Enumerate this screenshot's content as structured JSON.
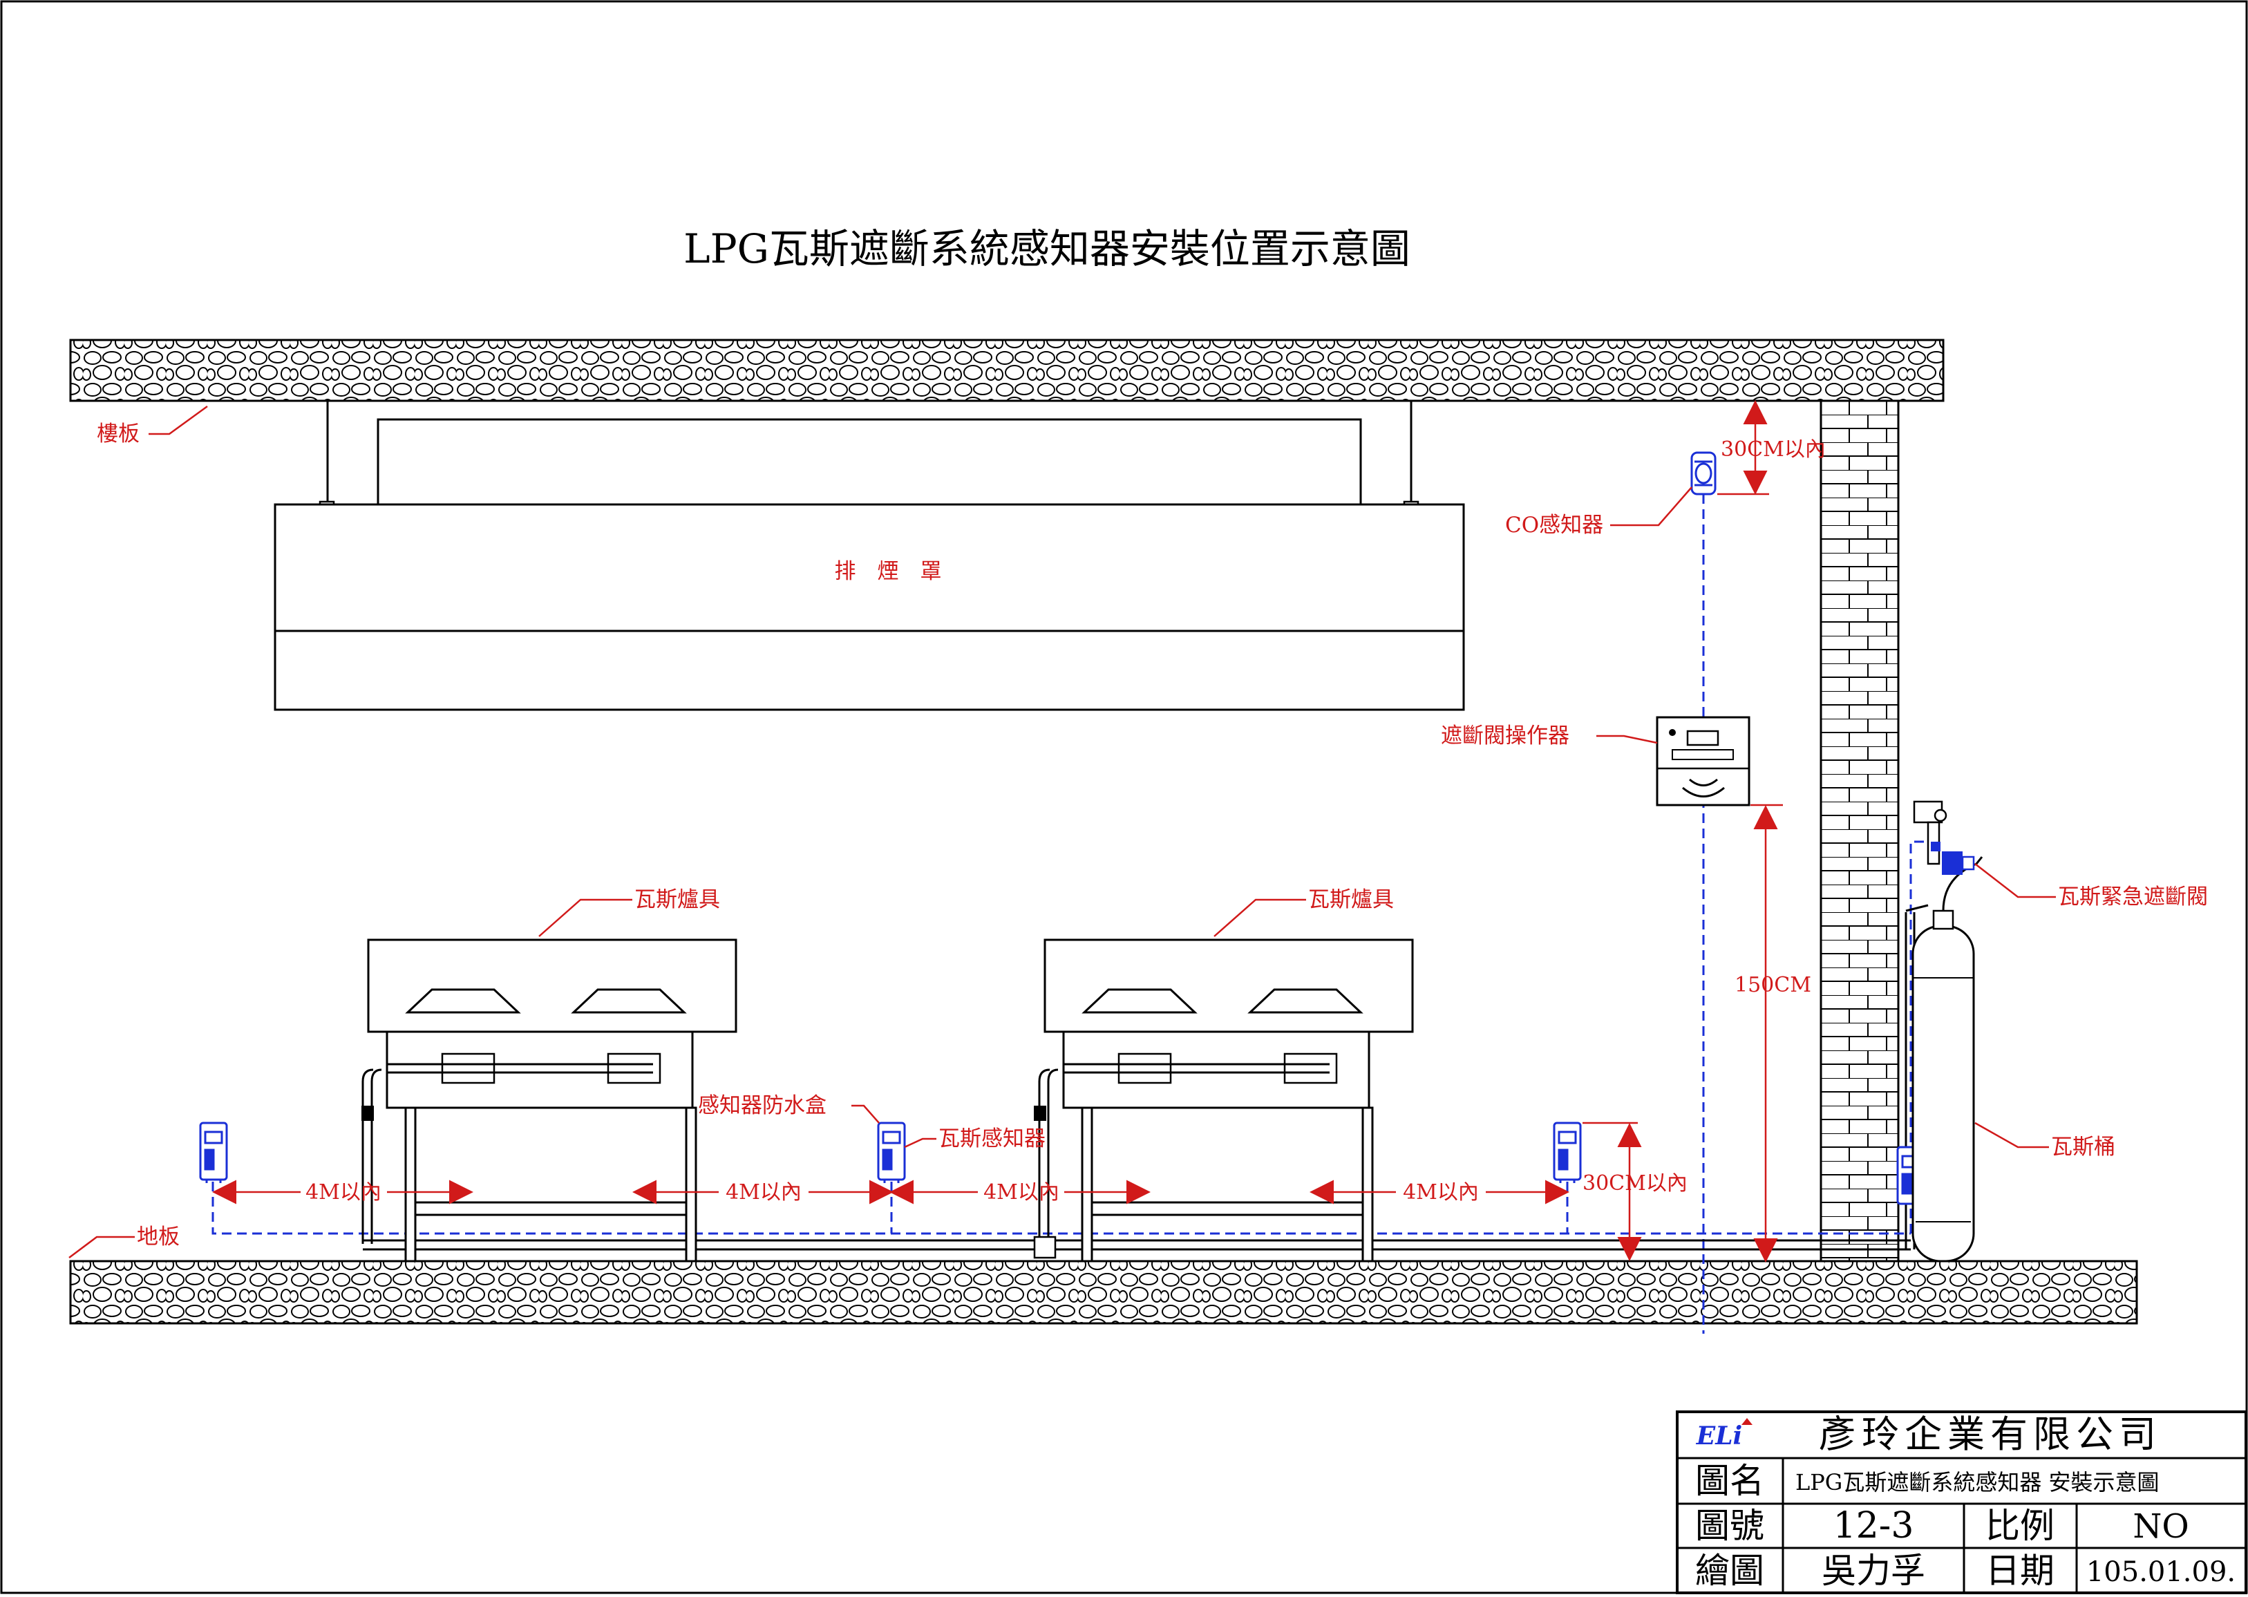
{
  "title": "LPG瓦斯遮斷系統感知器安裝位置示意圖",
  "labels": {
    "floor_slab": "樓板",
    "hood": "排　煙　罩",
    "co_sensor": "CO感知器",
    "co_distance": "30CM以內",
    "controller": "遮斷閥操作器",
    "height_150": "150CM",
    "stove_1": "瓦斯爐具",
    "stove_2": "瓦斯爐具",
    "waterproof_box": "感知器防水盒",
    "gas_sensor": "瓦斯感知器",
    "floor": "地板",
    "sensor_height": "30CM以內",
    "emergency_valve": "瓦斯緊急遮斷閥",
    "cylinder": "瓦斯桶"
  },
  "spacing": [
    "4M以內",
    "4M以內",
    "4M以內",
    "4M以內"
  ],
  "title_block": {
    "company": "彥玲企業有限公司",
    "logo_text": "ELi",
    "name_label": "圖名",
    "name_value": "LPG瓦斯遮斷系統感知器 安裝示意圖",
    "number_label": "圖號",
    "number_value": "12-3",
    "scale_label": "比例",
    "scale_value": "NO",
    "drawn_label": "繪圖",
    "drawn_value": "吳力孚",
    "date_label": "日期",
    "date_value": "105.01.09."
  },
  "colors": {
    "label": "#d11a1a",
    "sensor": "#1a2fd6",
    "line": "#000000"
  }
}
